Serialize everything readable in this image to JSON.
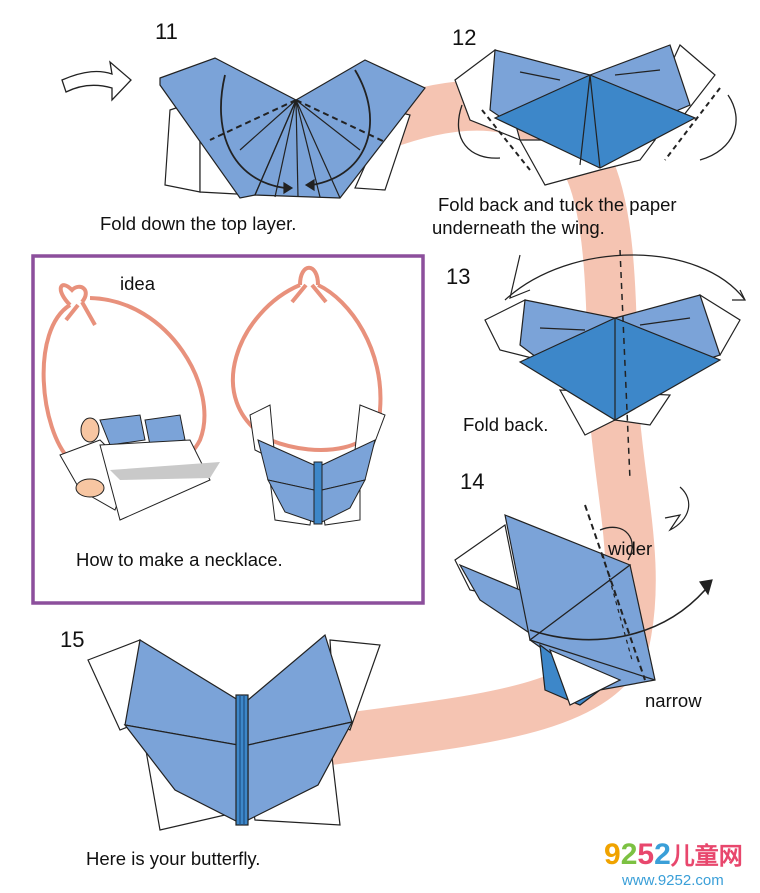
{
  "steps": {
    "s11": "11",
    "s12": "12",
    "s13": "13",
    "s14": "14",
    "s15": "15"
  },
  "captions": {
    "fold_down": "Fold down the top layer.",
    "fold_back_tuck_1": "Fold back and tuck the paper",
    "fold_back_tuck_2": "underneath the wing.",
    "fold_back": "Fold back.",
    "wider": "wider",
    "narrow": "narrow",
    "done": "Here is your butterfly."
  },
  "idea_box": {
    "title": "idea",
    "caption": "How to make a necklace."
  },
  "watermark": {
    "logo_digits": [
      "9",
      "2",
      "5",
      "2"
    ],
    "logo_cn": "儿童网",
    "site": "www.9252.com"
  },
  "colors": {
    "paper_blue": "#7ba3d8",
    "paper_blue_dark": "#3d87c9",
    "ribbon": "#f5c4b2",
    "box_border": "#8c4f9c",
    "string": "#e8917c"
  }
}
